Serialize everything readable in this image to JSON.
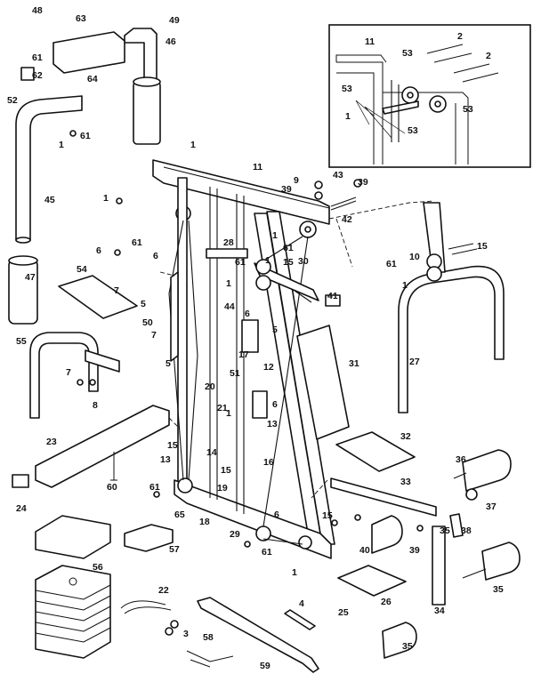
{
  "callouts": [
    "1",
    "2",
    "3",
    "4",
    "5",
    "6",
    "7",
    "8",
    "9",
    "10",
    "11",
    "12",
    "13",
    "14",
    "15",
    "16",
    "17",
    "18",
    "19",
    "20",
    "21",
    "22",
    "23",
    "24",
    "25",
    "26",
    "27",
    "28",
    "29",
    "30",
    "31",
    "32",
    "33",
    "34",
    "35",
    "36",
    "37",
    "38",
    "39",
    "40",
    "41",
    "42",
    "43",
    "44",
    "45",
    "46",
    "47",
    "48",
    "49",
    "50",
    "51",
    "52",
    "53",
    "54",
    "55",
    "56",
    "57",
    "58",
    "59",
    "60",
    "61",
    "62",
    "63",
    "64",
    "65"
  ],
  "colors": {
    "line": "#111111",
    "background": "#ffffff"
  }
}
